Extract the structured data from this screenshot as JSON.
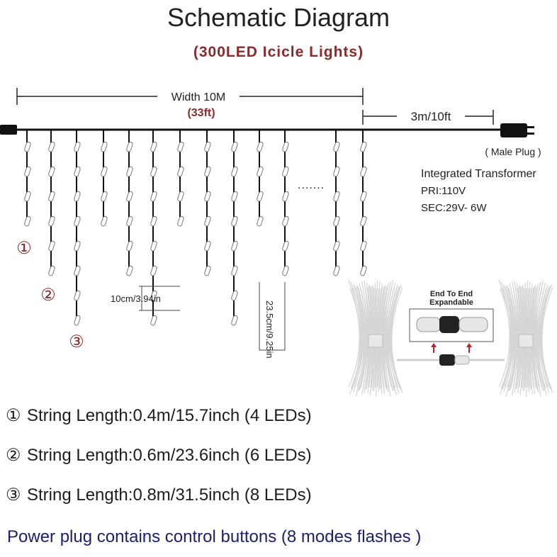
{
  "header": {
    "title": "Schematic Diagram",
    "subtitle": "(300LED Icicle Lights)"
  },
  "diagram": {
    "width_label": "Width 10M",
    "width_label_ft": "(33ft)",
    "lead_label": "3m/10ft",
    "plug_label": "( Male Plug )",
    "transformer_title": "Integrated Transformer",
    "transformer_pri": "PRI:110V",
    "transformer_sec": "SEC:29V- 6W",
    "ellipsis": ".......",
    "spacing_label": "10cm/3.94in",
    "gap_label": "23.5cm/9.25in",
    "marker_1": "①",
    "marker_2": "②",
    "marker_3": "③",
    "inset_title_line1": "End To End",
    "inset_title_line2": "Expandable",
    "strand_pattern_led_counts": [
      4,
      6,
      8
    ]
  },
  "specs": [
    {
      "num": "①",
      "text": "String Length:0.4m/15.7inch (4 LEDs)"
    },
    {
      "num": "②",
      "text": "String Length:0.6m/23.6inch (6 LEDs)"
    },
    {
      "num": "③",
      "text": "String Length:0.8m/31.5inch (8 LEDs)"
    }
  ],
  "footer": "Power plug contains control buttons (8 modes flashes )",
  "colors": {
    "title": "#222222",
    "subtitle": "#8a2a2a",
    "footer": "#1b1f6e",
    "wire": "#111111"
  }
}
